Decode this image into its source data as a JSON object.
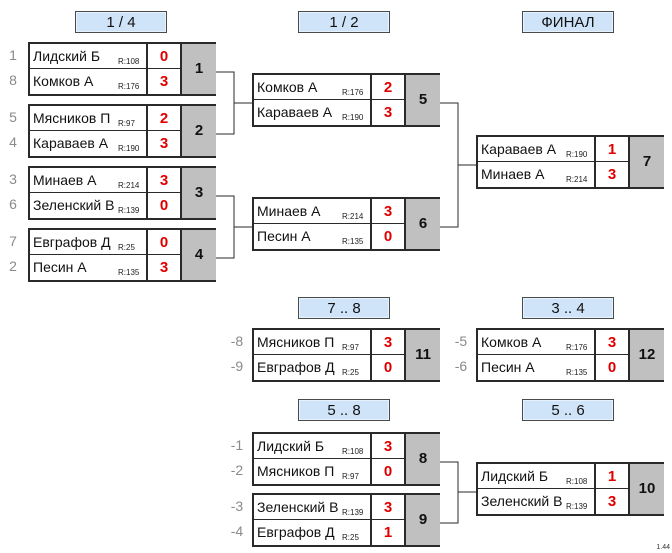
{
  "stages": [
    {
      "id": "s-quarter",
      "label": "1 / 4"
    },
    {
      "id": "s-semi",
      "label": "1 / 2"
    },
    {
      "id": "s-final",
      "label": "ФИНАЛ"
    },
    {
      "id": "s-7-8",
      "label": "7 .. 8"
    },
    {
      "id": "s-3-4",
      "label": "3 .. 4"
    },
    {
      "id": "s-5-8",
      "label": "5 .. 8"
    },
    {
      "id": "s-5-6",
      "label": "5 .. 6"
    }
  ],
  "matches": [
    {
      "number": "1",
      "players": [
        {
          "seed": "1",
          "name": "Лидский Б",
          "rating": "R:108",
          "score": "0"
        },
        {
          "seed": "8",
          "name": "Комков А",
          "rating": "R:176",
          "score": "3"
        }
      ]
    },
    {
      "number": "2",
      "players": [
        {
          "seed": "5",
          "name": "Мясников П",
          "rating": "R:97",
          "score": "2"
        },
        {
          "seed": "4",
          "name": "Караваев А",
          "rating": "R:190",
          "score": "3"
        }
      ]
    },
    {
      "number": "3",
      "players": [
        {
          "seed": "3",
          "name": "Минаев А",
          "rating": "R:214",
          "score": "3"
        },
        {
          "seed": "6",
          "name": "Зеленский В",
          "rating": "R:139",
          "score": "0"
        }
      ]
    },
    {
      "number": "4",
      "players": [
        {
          "seed": "7",
          "name": "Евграфов Д",
          "rating": "R:25",
          "score": "0"
        },
        {
          "seed": "2",
          "name": "Песин А",
          "rating": "R:135",
          "score": "3"
        }
      ]
    },
    {
      "number": "5",
      "players": [
        {
          "seed": "",
          "name": "Комков А",
          "rating": "R:176",
          "score": "2"
        },
        {
          "seed": "",
          "name": "Караваев А",
          "rating": "R:190",
          "score": "3"
        }
      ]
    },
    {
      "number": "6",
      "players": [
        {
          "seed": "",
          "name": "Минаев А",
          "rating": "R:214",
          "score": "3"
        },
        {
          "seed": "",
          "name": "Песин А",
          "rating": "R:135",
          "score": "0"
        }
      ]
    },
    {
      "number": "7",
      "players": [
        {
          "seed": "",
          "name": "Караваев А",
          "rating": "R:190",
          "score": "1"
        },
        {
          "seed": "",
          "name": "Минаев А",
          "rating": "R:214",
          "score": "3"
        }
      ]
    },
    {
      "number": "11",
      "players": [
        {
          "seed": "-8",
          "name": "Мясников П",
          "rating": "R:97",
          "score": "3"
        },
        {
          "seed": "-9",
          "name": "Евграфов Д",
          "rating": "R:25",
          "score": "0"
        }
      ]
    },
    {
      "number": "12",
      "players": [
        {
          "seed": "-5",
          "name": "Комков А",
          "rating": "R:176",
          "score": "3"
        },
        {
          "seed": "-6",
          "name": "Песин А",
          "rating": "R:135",
          "score": "0"
        }
      ]
    },
    {
      "number": "8",
      "players": [
        {
          "seed": "-1",
          "name": "Лидский Б",
          "rating": "R:108",
          "score": "3"
        },
        {
          "seed": "-2",
          "name": "Мясников П",
          "rating": "R:97",
          "score": "0"
        }
      ]
    },
    {
      "number": "9",
      "players": [
        {
          "seed": "-3",
          "name": "Зеленский В",
          "rating": "R:139",
          "score": "3"
        },
        {
          "seed": "-4",
          "name": "Евграфов Д",
          "rating": "R:25",
          "score": "1"
        }
      ]
    },
    {
      "number": "10",
      "players": [
        {
          "seed": "",
          "name": "Лидский Б",
          "rating": "R:108",
          "score": "1"
        },
        {
          "seed": "",
          "name": "Зеленский В",
          "rating": "R:139",
          "score": "3"
        }
      ]
    }
  ],
  "version": "1.44"
}
